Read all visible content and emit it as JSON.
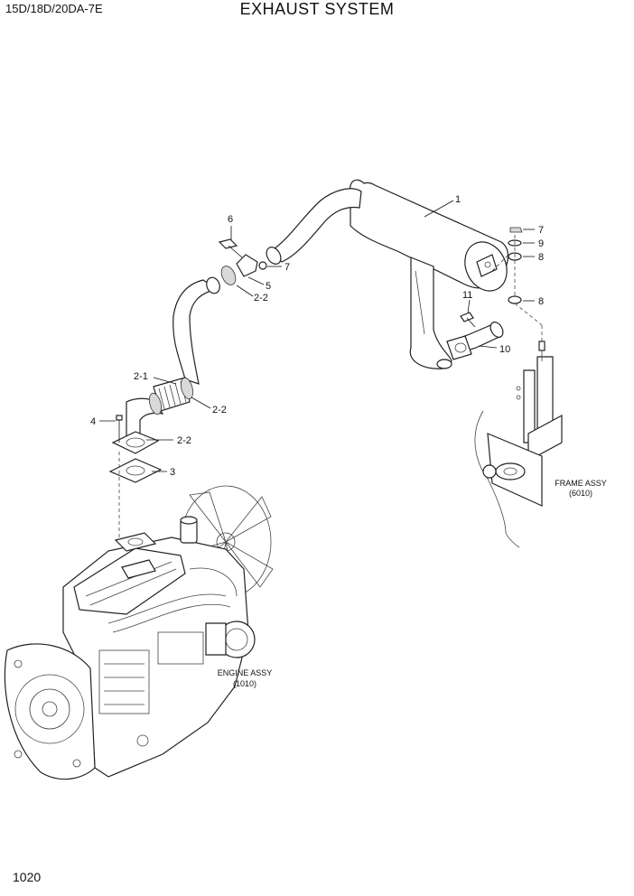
{
  "header": {
    "model": "15D/18D/20DA-7E",
    "title": "EXHAUST SYSTEM"
  },
  "page_number": "1020",
  "callouts": {
    "c1": "1",
    "c2_1": "2-1",
    "c2_2a": "2-2",
    "c2_2b": "2-2",
    "c2_2c": "2-2",
    "c3": "3",
    "c4": "4",
    "c5": "5",
    "c6": "6",
    "c7a": "7",
    "c7b": "7",
    "c8a": "8",
    "c8b": "8",
    "c9": "9",
    "c10": "10",
    "c11": "11"
  },
  "assemblies": {
    "frame_name": "FRAME ASSY",
    "frame_code": "(6010)",
    "engine_name": "ENGINE ASSY",
    "engine_code": "(1010)"
  }
}
